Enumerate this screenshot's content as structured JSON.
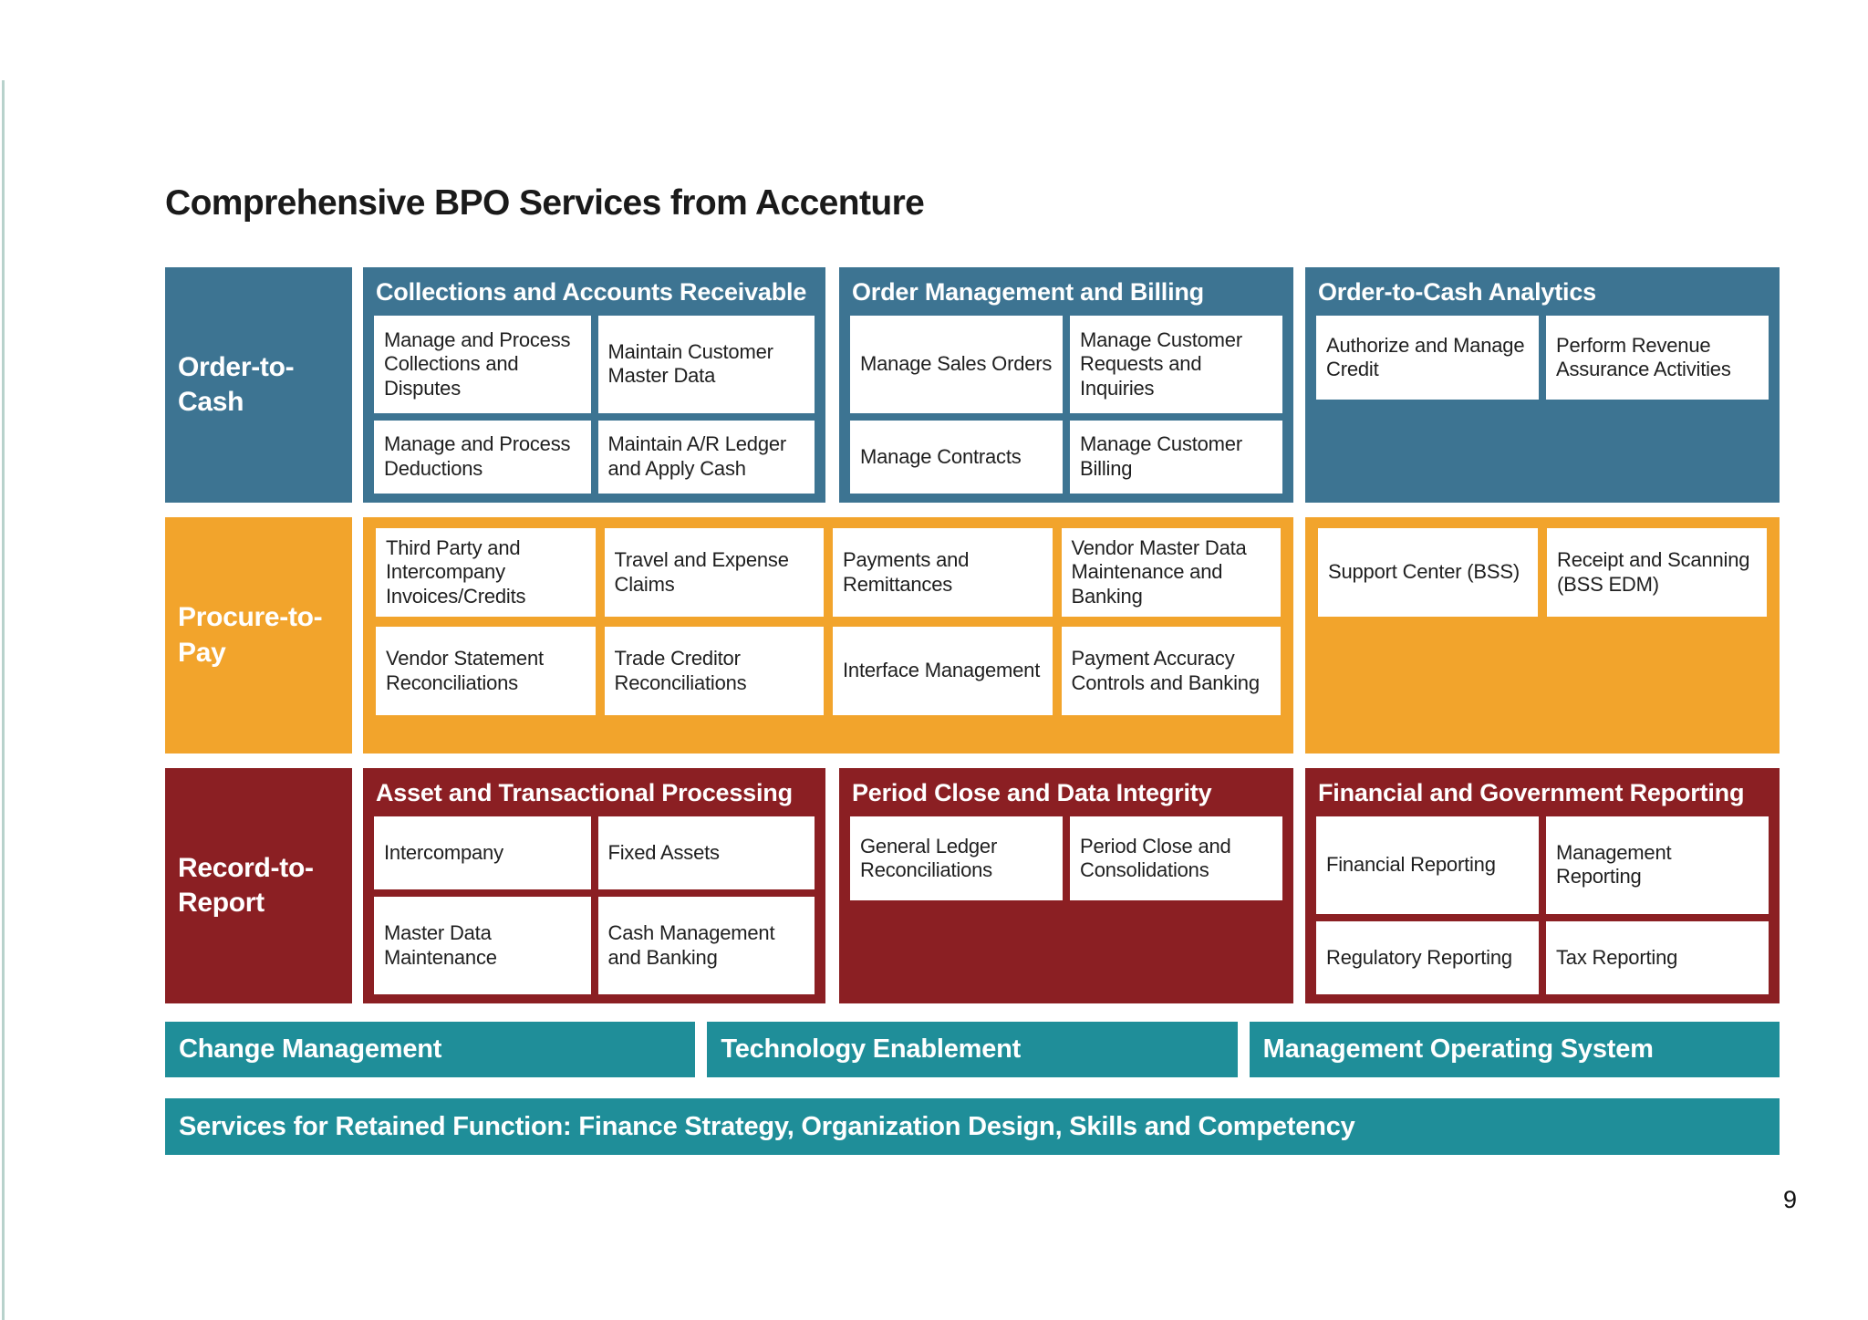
{
  "slide": {
    "title": "Comprehensive BPO Services from Accenture",
    "page_number": "9"
  },
  "colors": {
    "blue": "#3D7492",
    "orange": "#F2A42C",
    "maroon": "#8B1F23",
    "teal": "#1F8E99",
    "box_background": "#FFFFFF",
    "accent_line": "#B8D2CC"
  },
  "row1": {
    "label": [
      "Order-to-",
      "Cash"
    ],
    "sec1": {
      "header": "Collections and Accounts Receivable",
      "b1": "Manage and Process Collections and Disputes",
      "b2": "Maintain Customer Master Data",
      "b3": "Manage and Process Deductions",
      "b4": "Maintain A/R Ledger and Apply Cash"
    },
    "sec2": {
      "header": "Order Management and Billing",
      "b1": "Manage Sales Orders",
      "b2": "Manage Customer Requests and Inquiries",
      "b3": "Manage Contracts",
      "b4": "Manage Customer Billing"
    },
    "sec3": {
      "header": "Order-to-Cash Analytics",
      "b1": "Authorize and Manage Credit",
      "b2": "Perform Revenue Assurance Activities"
    }
  },
  "row2": {
    "label": [
      "Procure-to-",
      "Pay"
    ],
    "main": {
      "b1": "Third Party and Intercompany Invoices/Credits",
      "b2": "Travel and Expense Claims",
      "b3": "Payments and Remittances",
      "b4": "Vendor Master Data Maintenance and Banking",
      "b5": "Vendor Statement Reconciliations",
      "b6": "Trade Creditor Reconciliations",
      "b7": "Interface Management",
      "b8": "Payment Accuracy Controls and Banking"
    },
    "side": {
      "b1": "Support Center (BSS)",
      "b2": "Receipt and Scanning (BSS EDM)"
    }
  },
  "row3": {
    "label": [
      "Record-to-",
      "Report"
    ],
    "sec1": {
      "header": "Asset and Transactional Processing",
      "b1": "Intercompany",
      "b2": "Fixed Assets",
      "b3": "Master Data Maintenance",
      "b4": "Cash Management and Banking"
    },
    "sec2": {
      "header": "Period Close and Data Integrity",
      "b1": "General Ledger Reconciliations",
      "b2": "Period Close and Consolidations"
    },
    "sec3": {
      "header": "Financial and Government Reporting",
      "b1": "Financial Reporting",
      "b2": "Management Reporting",
      "b3": "Regulatory Reporting",
      "b4": "Tax Reporting"
    }
  },
  "bars": {
    "bar1": "Change Management",
    "bar2": "Technology Enablement",
    "bar3": "Management Operating System",
    "bottom": "Services for Retained Function: Finance Strategy, Organization Design, Skills and Competency"
  }
}
